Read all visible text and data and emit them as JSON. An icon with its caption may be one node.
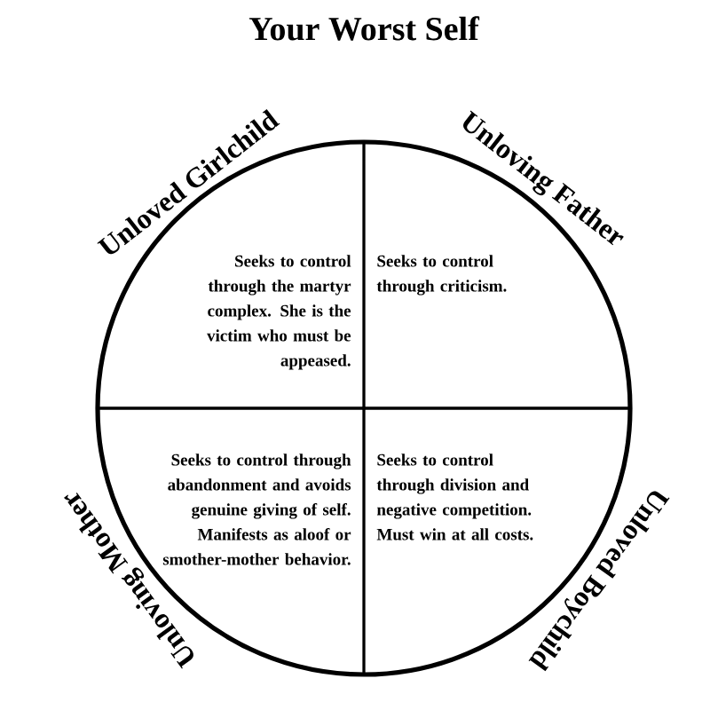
{
  "diagram": {
    "title": "Your Worst Self",
    "nodes": [
      {
        "text": [
          "Unloved Girlchild",
          "Seeks to control through the martyr complex. She is the victim who must be appeased."
        ]
      },
      {
        "text": [
          "Unloving Father",
          "Seeks to control through criticism."
        ]
      },
      {
        "text": [
          "Unloving Mother",
          "Seeks to control through abandonment and avoids genuine giving of self. Manifests as aloof or smother-mother behavior."
        ]
      },
      {
        "text": [
          "Unloved Boychild",
          "Seeks to control through division and negative competition. Must win at all costs."
        ]
      }
    ]
  }
}
